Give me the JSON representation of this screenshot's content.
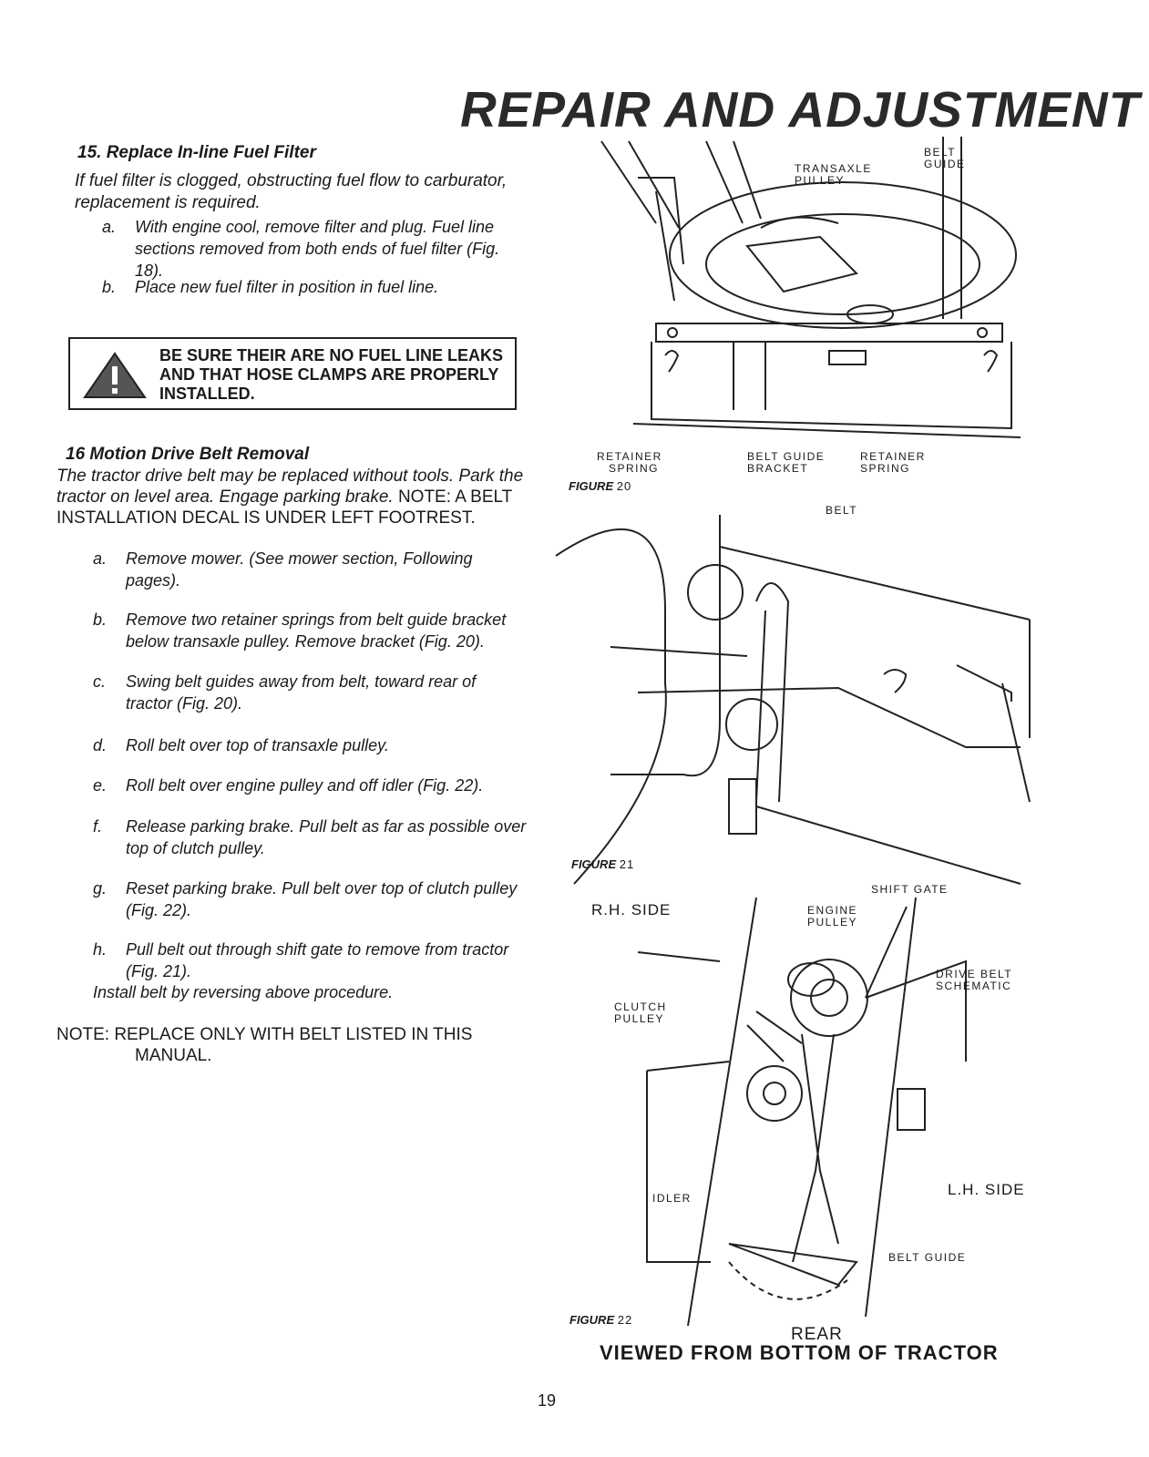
{
  "header": {
    "title": "REPAIR AND ADJUSTMENT"
  },
  "section15": {
    "title": "15. Replace In-line Fuel Filter",
    "intro": "If fuel filter is clogged, obstructing fuel flow to carburator, replacement is required.",
    "steps": [
      {
        "label": "a.",
        "text": "With engine cool, remove filter and plug. Fuel line sections removed from both ends of fuel filter (Fig. 18)."
      },
      {
        "label": "b.",
        "text": "Place new fuel filter in position in fuel line."
      }
    ]
  },
  "warning": {
    "text": "BE SURE THEIR ARE NO FUEL LINE LEAKS AND THAT HOSE CLAMPS ARE PROPERLY INSTALLED."
  },
  "section16": {
    "number": "16",
    "title": "Motion Drive Belt Removal",
    "intro_italic": "The tractor drive belt may be replaced without tools. Park the tractor on level area. Engage parking brake.",
    "intro_note": "NOTE: A BELT INSTALLATION DECAL IS UNDER LEFT FOOTREST.",
    "steps": [
      {
        "label": "a.",
        "text": "Remove mower. (See mower section, Following pages)."
      },
      {
        "label": "b.",
        "text": "Remove two retainer springs from belt guide bracket below transaxle pulley. Remove bracket (Fig. 20)."
      },
      {
        "label": "c.",
        "text": "Swing belt guides away from belt, toward rear of tractor (Fig. 20)."
      },
      {
        "label": "d.",
        "text": "Roll belt over top of transaxle pulley."
      },
      {
        "label": "e.",
        "text": "Roll belt over engine pulley and off idler (Fig. 22)."
      },
      {
        "label": "f.",
        "text": "Release parking brake. Pull belt as far as possible over top of clutch pulley."
      },
      {
        "label": "g.",
        "text": "Reset parking brake. Pull belt over top of clutch pulley (Fig. 22)."
      },
      {
        "label": "h.",
        "text": "Pull belt out through shift gate to remove from tractor (Fig. 21)."
      }
    ],
    "install": "Install belt by reversing above procedure.",
    "note_line1": "NOTE: REPLACE ONLY WITH BELT LISTED IN THIS",
    "note_line2": "MANUAL."
  },
  "figure20": {
    "caption_word": "FIGURE",
    "caption_num": "20",
    "labels": {
      "transaxle_pulley_1": "TRANSAXLE",
      "transaxle_pulley_2": "PULLEY",
      "belt_guide_1": "BELT",
      "belt_guide_2": "GUIDE",
      "retainer_spring_l1": "RETAINER",
      "retainer_spring_l2": "SPRING",
      "belt_guide_bracket_1": "BELT GUIDE",
      "belt_guide_bracket_2": "BRACKET",
      "retainer_spring_r1": "RETAINER",
      "retainer_spring_r2": "SPRING"
    }
  },
  "figure21": {
    "caption_word": "FIGURE",
    "caption_num": "21",
    "labels": {
      "belt": "BELT",
      "shift_gate": "SHIFT GATE",
      "rh_side": "R.H. SIDE"
    }
  },
  "figure22": {
    "caption_word": "FIGURE",
    "caption_num": "22",
    "labels": {
      "engine_pulley_1": "ENGINE",
      "engine_pulley_2": "PULLEY",
      "drive_belt_1": "DRIVE BELT",
      "drive_belt_2": "SCHEMATIC",
      "clutch_pulley_1": "CLUTCH",
      "clutch_pulley_2": "PULLEY",
      "idler": "IDLER",
      "lh_side": "L.H. SIDE",
      "belt_guide": "BELT GUIDE",
      "rear": "REAR"
    },
    "caption_bottom": "VIEWED FROM BOTTOM OF TRACTOR"
  },
  "footer": {
    "page_number": "19"
  }
}
